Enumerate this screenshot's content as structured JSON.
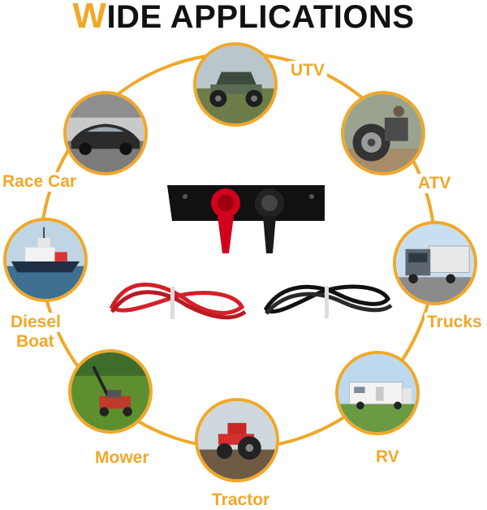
{
  "title": {
    "first_letter": "W",
    "rest": "IDE APPLICATIONS"
  },
  "accent_color": "#f0a82a",
  "applications": [
    {
      "label": "UTV",
      "icon": "utv-photo"
    },
    {
      "label": "ATV",
      "icon": "atv-photo"
    },
    {
      "label": "Trucks",
      "icon": "truck-photo"
    },
    {
      "label": "RV",
      "icon": "rv-photo"
    },
    {
      "label": "Tractor",
      "icon": "tractor-photo"
    },
    {
      "label": "Mower",
      "icon": "mower-photo"
    },
    {
      "label": "Diesel",
      "label_line2": "Boat",
      "icon": "boat-photo"
    },
    {
      "label": "Race Car",
      "icon": "race-car-photo"
    }
  ],
  "product": {
    "icon": "power-socket-panel-with-red-and-black-wires"
  }
}
